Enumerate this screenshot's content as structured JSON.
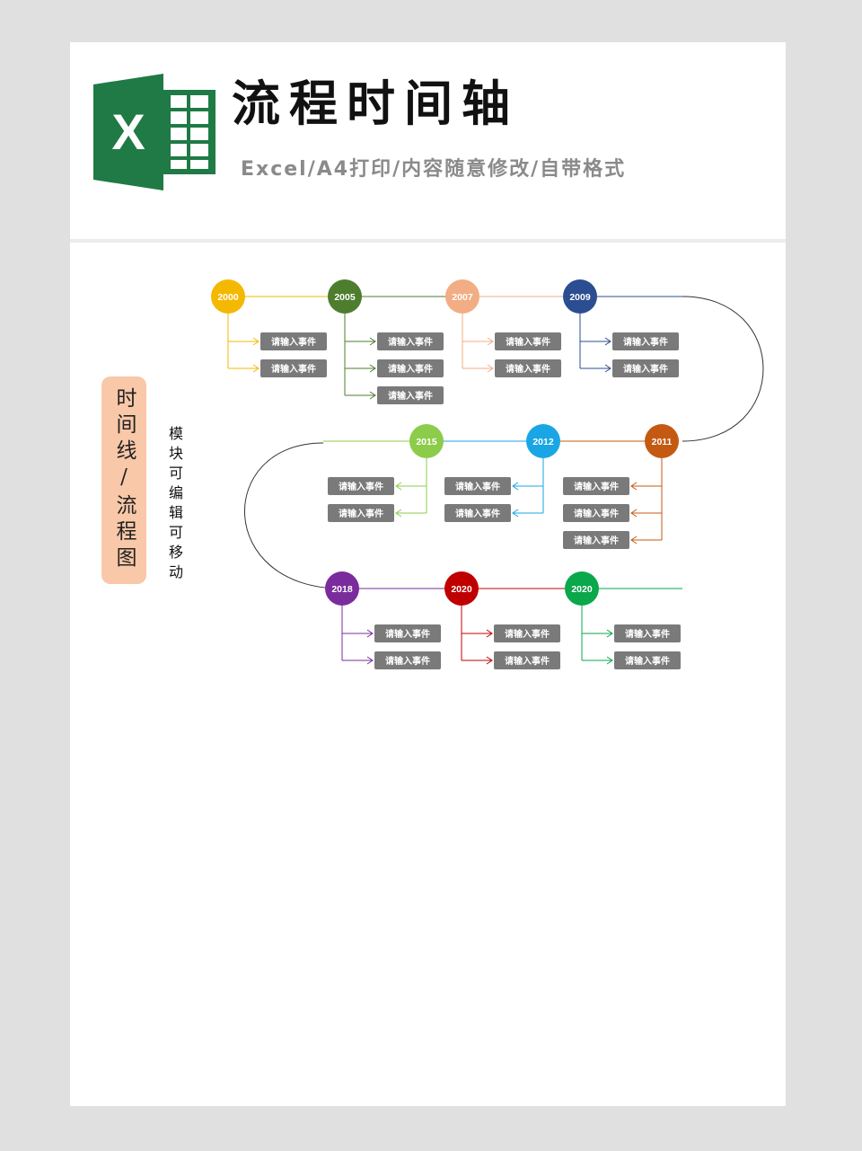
{
  "header": {
    "title": "流程时间轴",
    "subtitle": "Excel/A4打印/内容随意修改/自带格式",
    "logo_letter": "X",
    "logo_color": "#1f7a45"
  },
  "side": {
    "pill_text": "时间线/流程图",
    "pill_color": "#f8c8a8",
    "note": "模块可编辑可移动"
  },
  "timeline": {
    "rows": [
      {
        "direction": "right",
        "nodes": [
          {
            "year": "2000",
            "color": "#f5b800",
            "events": [
              "请输入事件",
              "请输入事件"
            ]
          },
          {
            "year": "2005",
            "color": "#4e7d2e",
            "events": [
              "请输入事件",
              "请输入事件",
              "请输入事件"
            ]
          },
          {
            "year": "2007",
            "color": "#f2ad84",
            "events": [
              "请输入事件",
              "请输入事件"
            ]
          },
          {
            "year": "2009",
            "color": "#2b4d91",
            "events": [
              "请输入事件",
              "请输入事件"
            ]
          }
        ]
      },
      {
        "direction": "left",
        "nodes": [
          {
            "year": "2015",
            "color": "#8ccc4a",
            "events": [
              "请输入事件",
              "请输入事件"
            ]
          },
          {
            "year": "2012",
            "color": "#1aa6e4",
            "events": [
              "请输入事件",
              "请输入事件"
            ]
          },
          {
            "year": "2011",
            "color": "#c45a12",
            "events": [
              "请输入事件",
              "请输入事件",
              "请输入事件"
            ]
          }
        ]
      },
      {
        "direction": "right",
        "nodes": [
          {
            "year": "2018",
            "color": "#7a2c9c",
            "events": [
              "请输入事件",
              "请输入事件"
            ]
          },
          {
            "year": "2020",
            "color": "#c00000",
            "events": [
              "请输入事件",
              "请输入事件"
            ]
          },
          {
            "year": "2020",
            "color": "#0aa74b",
            "events": [
              "请输入事件",
              "请输入事件"
            ]
          }
        ]
      }
    ],
    "event_box_color": "#7a7a7a"
  }
}
